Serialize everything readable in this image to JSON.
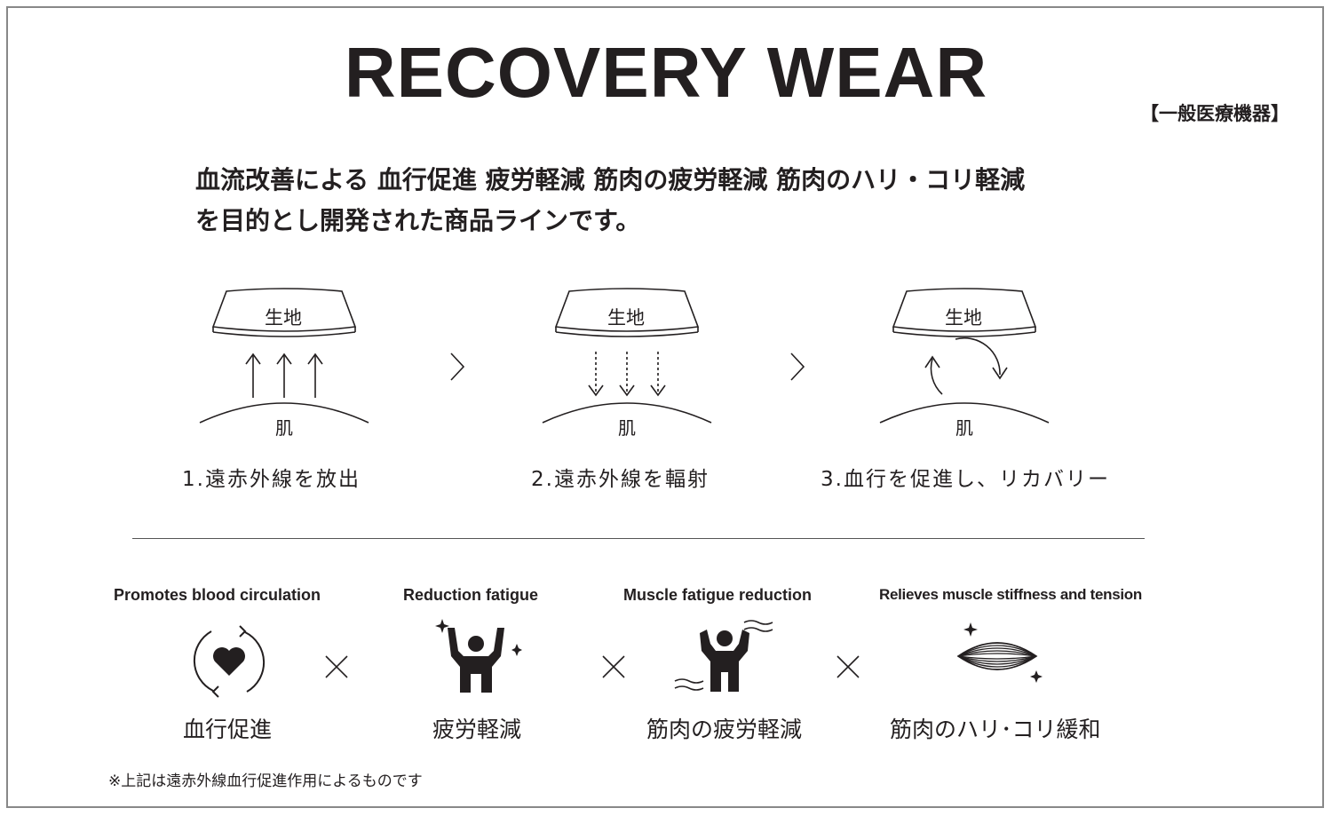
{
  "title": "RECOVERY WEAR",
  "classification": "【一般医療機器】",
  "intro": {
    "line1": "血流改善による  血行促進  疲労軽減  筋肉の疲労軽減  筋肉のハリ・コリ軽減",
    "line2": "を目的とし開発された商品ラインです。"
  },
  "steps": [
    {
      "fabric_label": "生地",
      "skin_label": "肌",
      "caption": "1.遠赤外線を放出"
    },
    {
      "fabric_label": "生地",
      "skin_label": "肌",
      "caption": "2.遠赤外線を輻射"
    },
    {
      "fabric_label": "生地",
      "skin_label": "肌",
      "caption": "3.血行を促進し、リカバリー"
    }
  ],
  "benefits": [
    {
      "en": "Promotes blood circulation",
      "jp": "血行促進",
      "icon": "heart-cycle-icon"
    },
    {
      "en": "Reduction fatigue",
      "jp": "疲労軽減",
      "icon": "person-raised-arms-icon"
    },
    {
      "en": "Muscle fatigue reduction",
      "jp": "筋肉の疲労軽減",
      "icon": "person-flexing-icon"
    },
    {
      "en": "Relieves muscle stiffness and tension",
      "jp": "筋肉のハリ･コリ緩和",
      "icon": "muscle-fiber-icon"
    }
  ],
  "separator_symbol": "×",
  "footnote": "※上記は遠赤外線血行促進作用によるものです",
  "colors": {
    "text": "#231f20",
    "border": "#888888"
  }
}
